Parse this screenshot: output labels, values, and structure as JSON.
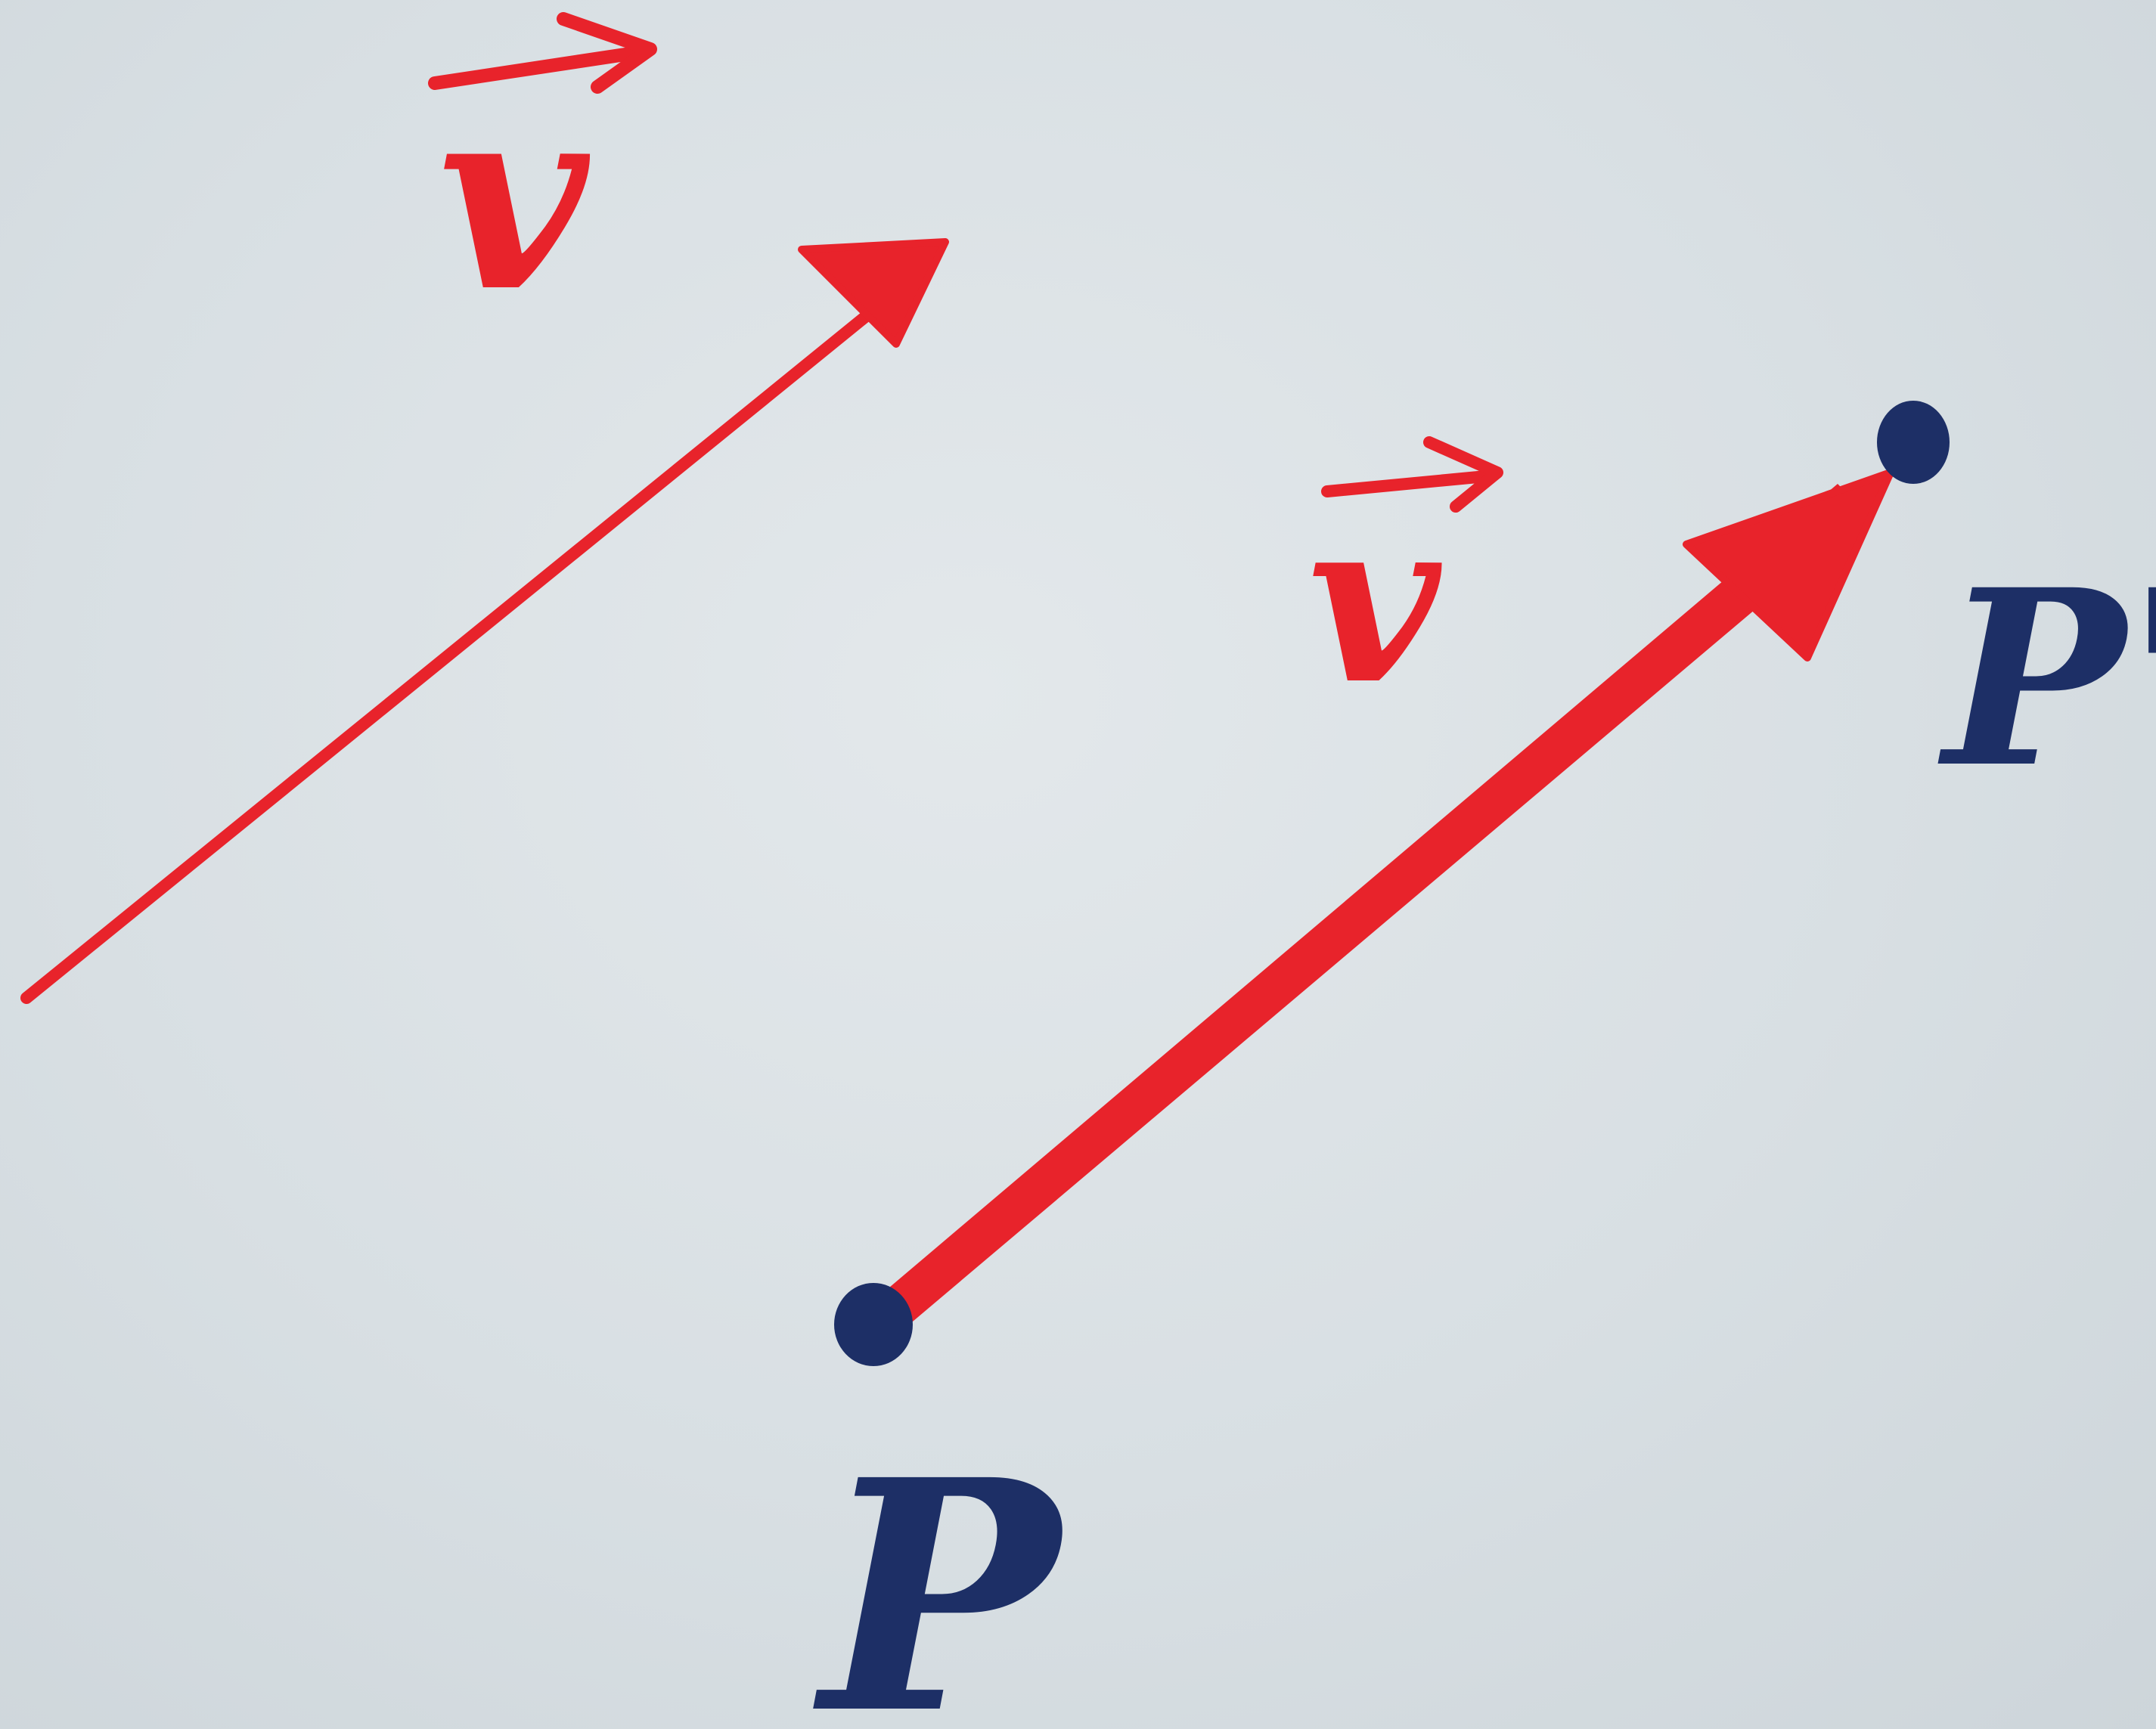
{
  "colors": {
    "vector_ink": "#e8232b",
    "point_ink": "#1d2f66",
    "paper": "#dde3e7"
  },
  "vector_label": "v",
  "vector_label_translated": "v",
  "point_start_label": "P",
  "point_end_label": "P'"
}
